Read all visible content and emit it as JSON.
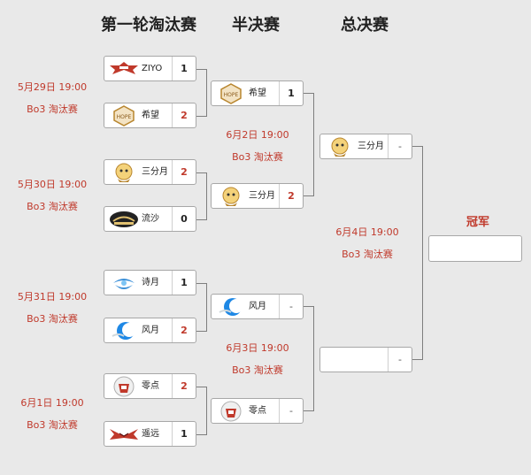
{
  "rounds": {
    "r1": "第一轮淘汰赛",
    "semi": "半决赛",
    "final": "总决赛"
  },
  "colors": {
    "accent": "#c0392b",
    "line": "#7e7e7e",
    "background": "#e9e9e9"
  },
  "schedule": {
    "m1": {
      "time": "5月29日 19:00",
      "format": "Bo3 淘汰赛"
    },
    "m2": {
      "time": "5月30日 19:00",
      "format": "Bo3 淘汰赛"
    },
    "m3": {
      "time": "5月31日 19:00",
      "format": "Bo3 淘汰赛"
    },
    "m4": {
      "time": "6月1日 19:00",
      "format": "Bo3 淘汰赛"
    },
    "s1": {
      "time": "6月2日 19:00",
      "format": "Bo3 淘汰赛"
    },
    "s2": {
      "time": "6月3日 19:00",
      "format": "Bo3 淘汰赛"
    },
    "f": {
      "time": "6月4日 19:00",
      "format": "Bo3 淘汰赛"
    }
  },
  "r1": {
    "m1": {
      "a": {
        "name": "ZIYO",
        "score": "1",
        "logo": "ziyo-logo"
      },
      "b": {
        "name": "希望",
        "score": "2",
        "logo": "hope-logo"
      }
    },
    "m2": {
      "a": {
        "name": "三分月",
        "score": "2",
        "logo": "sanfenyue-logo"
      },
      "b": {
        "name": "流沙",
        "score": "0",
        "logo": "liusha-logo"
      }
    },
    "m3": {
      "a": {
        "name": "诗月",
        "score": "1",
        "logo": "shiyue-logo"
      },
      "b": {
        "name": "风月",
        "score": "2",
        "logo": "fengyue-logo"
      }
    },
    "m4": {
      "a": {
        "name": "零点",
        "score": "2",
        "logo": "lingdian-logo"
      },
      "b": {
        "name": "遥远",
        "score": "1",
        "logo": "yaoyuan-logo"
      }
    }
  },
  "semi": {
    "s1": {
      "a": {
        "name": "希望",
        "score": "1"
      },
      "b": {
        "name": "三分月",
        "score": "2"
      }
    },
    "s2": {
      "a": {
        "name": "风月",
        "score": "-"
      },
      "b": {
        "name": "零点",
        "score": "-"
      }
    }
  },
  "final": {
    "a": {
      "name": "三分月",
      "score": "-"
    },
    "b": {
      "name": "",
      "score": "-"
    }
  },
  "champion": {
    "label": "冠军",
    "name": ""
  }
}
